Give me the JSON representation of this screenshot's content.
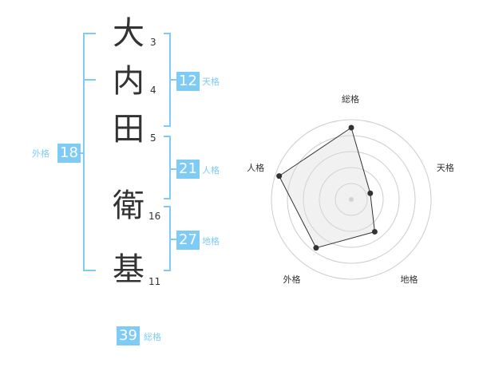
{
  "name_chars": [
    {
      "char": "大",
      "strokes": "3"
    },
    {
      "char": "内",
      "strokes": "4"
    },
    {
      "char": "田",
      "strokes": "5"
    },
    {
      "char": "衛",
      "strokes": "16"
    },
    {
      "char": "基",
      "strokes": "11"
    }
  ],
  "fortunes": {
    "tenkaku": {
      "value": "12",
      "label": "天格"
    },
    "jinkaku": {
      "value": "21",
      "label": "人格"
    },
    "chikaku": {
      "value": "27",
      "label": "地格"
    },
    "gaikaku": {
      "value": "18",
      "label": "外格"
    },
    "soukaku": {
      "value": "39",
      "label": "総格"
    }
  },
  "colors": {
    "accent": "#7ecbf5",
    "text": "#333333",
    "grid": "#cccccc",
    "fill": "#f0f0f0"
  },
  "chart_data": {
    "type": "radar",
    "axes": [
      "総格",
      "天格",
      "地格",
      "外格",
      "人格"
    ],
    "values": [
      0.9,
      0.25,
      0.5,
      0.75,
      0.95
    ],
    "rings": 5
  }
}
